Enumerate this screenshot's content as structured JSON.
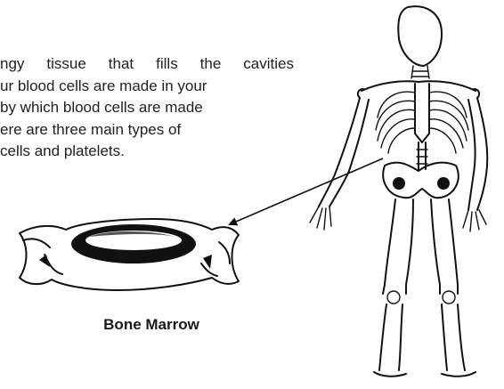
{
  "paragraph_lines": [
    "ngy tissue that fills the cavities",
    "ur blood cells are made in your",
    "by which blood cells are made",
    "ere are three main types of",
    "cells and platelets."
  ],
  "label": "Bone Marrow",
  "colors": {
    "ink": "#111111",
    "text": "#222222",
    "background": "#ffffff"
  }
}
